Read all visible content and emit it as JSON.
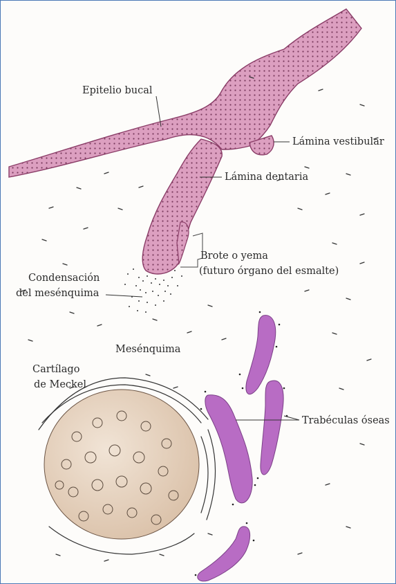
{
  "labels": {
    "epitelio": "Epitelio bucal",
    "lamina_vestibular": "Lámina vestibular",
    "lamina_dentaria": "Lámina dentaria",
    "brote_l1": "Brote o yema",
    "brote_l2": "(futuro órgano del esmalte)",
    "condensacion_l1": "Condensación",
    "condensacion_l2": "del mesénquima",
    "mesenquima": "Mesénquima",
    "cartilago_l1": "Cartílago",
    "cartilago_l2": "de Meckel",
    "trabeculas": "Trabéculas óseas"
  },
  "colors": {
    "epithelium": "#d79cbc",
    "bone": "#b86cc4",
    "cartilage": "#e7d6c4",
    "frame": "#4a78b5"
  }
}
